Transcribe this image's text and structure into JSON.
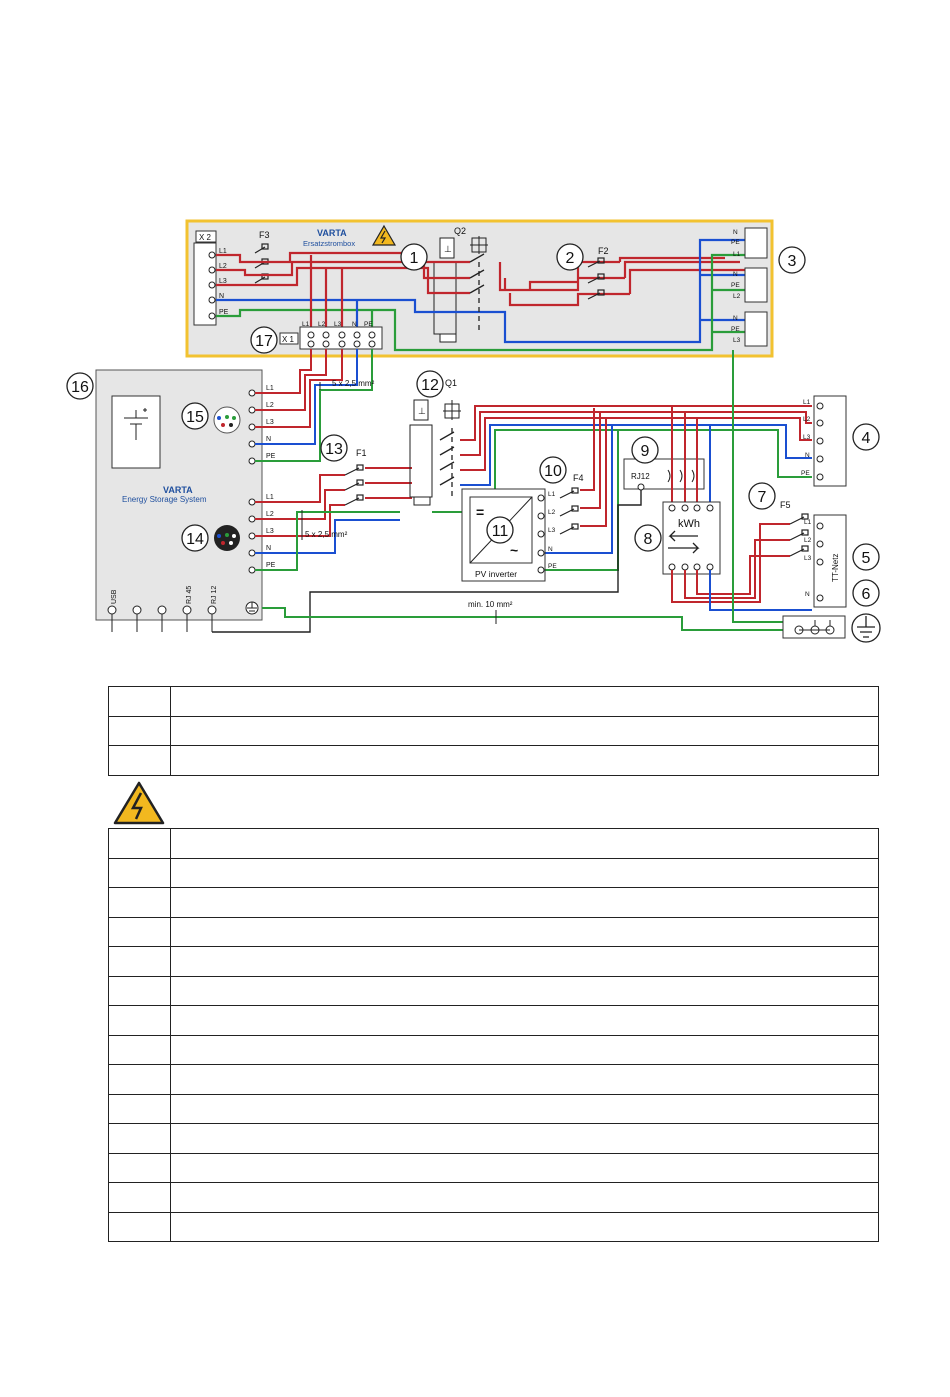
{
  "colors": {
    "phase": "#c0262d",
    "neutral": "#1a4fd1",
    "pe": "#2a9d3a",
    "box_border": "#f2c230",
    "box_fill": "#e6e6e6"
  },
  "ersatz": {
    "brand": "VARTA",
    "name": "Ersatzstrombox",
    "x2": "X 2",
    "x1": "X 1",
    "q2": "Q2",
    "f3": "F3",
    "f2": "F2",
    "terms_x2": [
      "L1",
      "L2",
      "L3",
      "N",
      "PE"
    ],
    "terms_x1": [
      "L1",
      "L2",
      "L3",
      "N",
      "PE"
    ],
    "out_a": [
      "N",
      "PE",
      "L1"
    ],
    "out_b": [
      "N",
      "PE",
      "L2"
    ],
    "out_c": [
      "N",
      "PE",
      "L3"
    ]
  },
  "ess": {
    "brand": "VARTA",
    "name": "Energy Storage System",
    "terms_top": [
      "L1",
      "L2",
      "L3",
      "N",
      "PE"
    ],
    "terms_bottom": [
      "L1",
      "L2",
      "L3",
      "N",
      "PE"
    ],
    "ports": [
      "USB",
      "",
      "",
      "RJ 45",
      "RJ 12"
    ]
  },
  "cables": {
    "c1": "5 x 2,5 mm²",
    "c2": "5 x 2,5 mm²",
    "c3": "min. 10 mm²"
  },
  "q1": "Q1",
  "f1": "F1",
  "f4": "F4",
  "f5": "F5",
  "inverter": {
    "label": "PV inverter",
    "terms": [
      "L1",
      "L2",
      "L3",
      "N",
      "PE"
    ]
  },
  "meter": {
    "unit": "kWh"
  },
  "rj12": "RJ12",
  "grid": {
    "terms": [
      "L1",
      "L2",
      "L3",
      "N",
      "PE"
    ]
  },
  "tt": {
    "label": "TT-Netz",
    "terms": [
      "L1",
      "L2",
      "L3",
      "",
      "N"
    ]
  },
  "callouts": {
    "c1": "1",
    "c2": "2",
    "c3": "3",
    "c4": "4",
    "c5": "5",
    "c6": "6",
    "c7": "7",
    "c8": "8",
    "c9": "9",
    "c10": "10",
    "c11": "11",
    "c12": "12",
    "c13": "13",
    "c14": "14",
    "c15": "15",
    "c16": "16",
    "c17": "17"
  },
  "table_top_rows": 3,
  "table_bottom_rows": 14,
  "icons": {
    "warning": "high-voltage-warning-icon",
    "earth": "earth-ground-icon"
  }
}
